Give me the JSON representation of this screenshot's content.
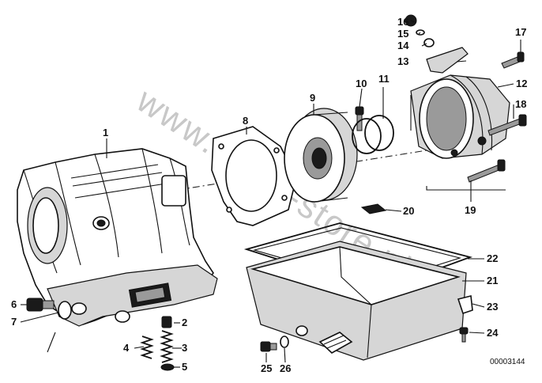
{
  "diagram": {
    "watermark": "www.BMW-store.pl",
    "part_code": "00003144",
    "callouts": [
      "1",
      "2",
      "3",
      "4",
      "5",
      "6",
      "7",
      "8",
      "9",
      "10",
      "11",
      "12",
      "13",
      "14",
      "15",
      "16",
      "17",
      "18",
      "19",
      "20",
      "21",
      "22",
      "23",
      "24",
      "25",
      "26"
    ]
  }
}
